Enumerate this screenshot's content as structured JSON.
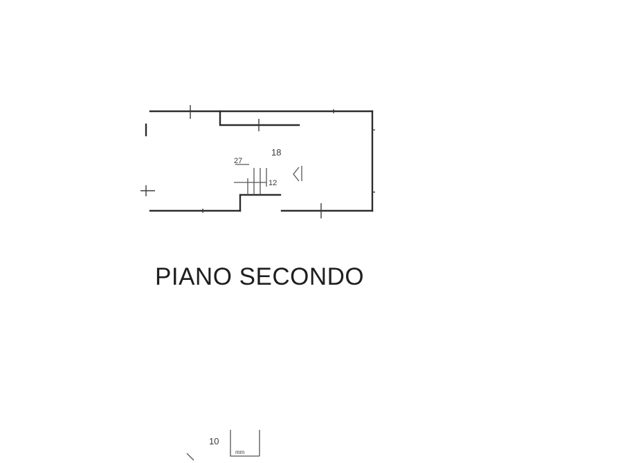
{
  "floor_plan": {
    "title": "PIANO SECONDO",
    "room_number": "18",
    "stair_label_top": "27",
    "stair_label_side": "12",
    "sheet_number": "10",
    "scale_box_label": "mm"
  }
}
